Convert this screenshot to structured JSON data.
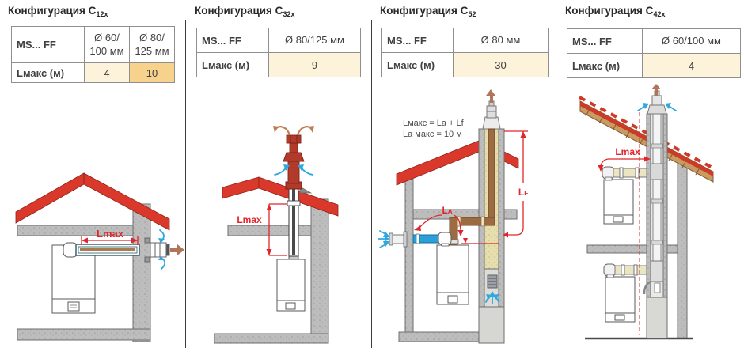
{
  "colors": {
    "accent_red": "#d9382a",
    "dimension_red": "#e0252b",
    "intake_blue": "#2fa8df",
    "exhaust_brown": "#b1765a",
    "flue_brown": "#9c6b42",
    "terracotta": "#b23a2b",
    "wall_gray": "#bdbdbd",
    "chimney_yellow": "#e6dfad",
    "table_border": "#8f8f8f",
    "cell_cream": "#fdf2da",
    "cell_highlight_tan": "#f6d28c",
    "text_dark": "#3f3f41"
  },
  "panels": {
    "c12x": {
      "title": "Конфигурация C",
      "subscript": "12x",
      "table": {
        "model": "MS... FF",
        "col1": "Ø 60/\n100 мм",
        "col2": "Ø 80/\n125 мм",
        "row_label": "Lмакс (м)",
        "val1": "4",
        "val2": "10"
      },
      "labels": {
        "lmax": "Lmax"
      }
    },
    "c32x": {
      "title": "Конфигурация C",
      "subscript": "32x",
      "table": {
        "model": "MS... FF",
        "col1": "Ø 80/125 мм",
        "row_label": "Lмакс (м)",
        "val1": "9"
      },
      "labels": {
        "lmax": "Lmax"
      }
    },
    "c52": {
      "title": "Конфигурация C",
      "subscript": "52",
      "table": {
        "model": "MS... FF",
        "col1": "Ø 80 мм",
        "row_label": "Lмакс (м)",
        "val1": "30"
      },
      "labels": {
        "formula1": "Lмакс = La + Lf",
        "formula2": "La макс = 10 м",
        "la": "La",
        "lf": "Lf"
      }
    },
    "c42x": {
      "title": "Конфигурация C",
      "subscript": "42x",
      "table": {
        "model": "MS... FF",
        "col1": "Ø 60/100 мм",
        "row_label": "Lмакс (м)",
        "val1": "4"
      },
      "labels": {
        "lmax": "Lmax"
      }
    }
  }
}
